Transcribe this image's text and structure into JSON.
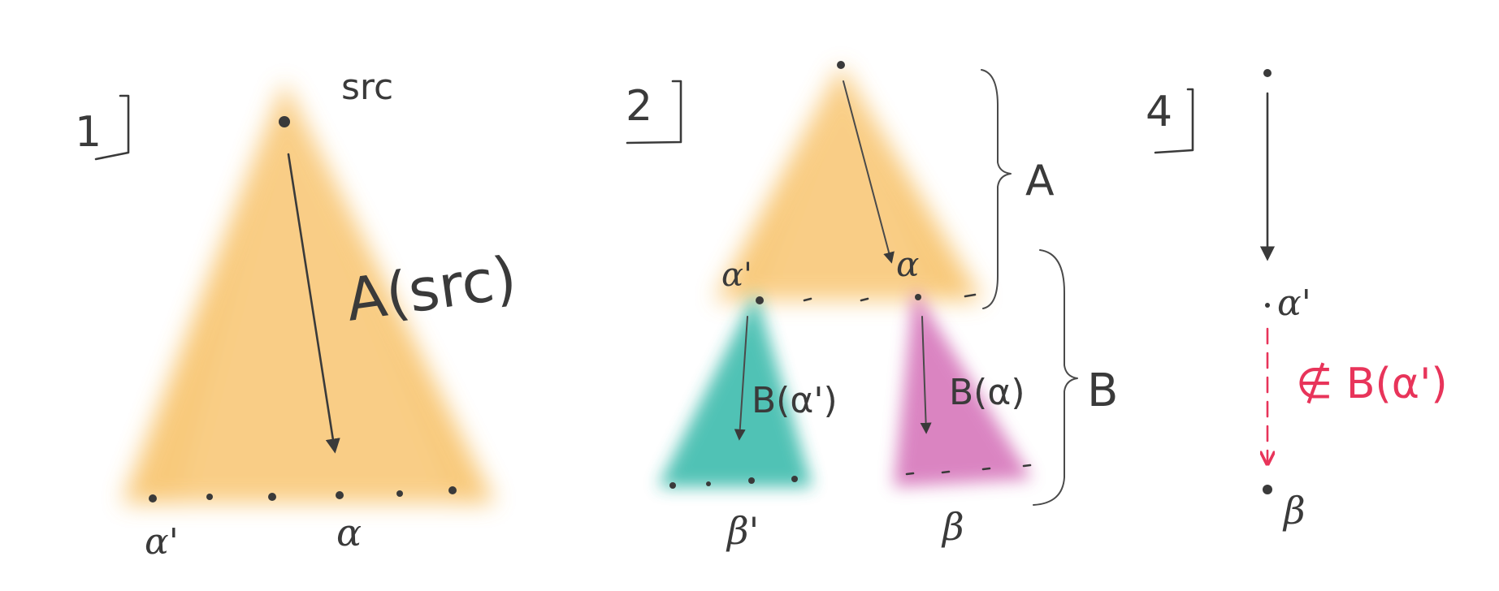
{
  "panels": [
    {
      "id": "panel-1",
      "number_label": "1",
      "source_label": "src",
      "arrow_label": "A(src)",
      "bottom_labels": [
        "α'",
        "α"
      ]
    },
    {
      "id": "panel-2",
      "number_label": "2",
      "node_labels": [
        "α'",
        "α"
      ],
      "subtree_labels": [
        "B(α')",
        "B(α)"
      ],
      "leaf_labels": [
        "β'",
        "β"
      ],
      "brace_labels": [
        "A",
        "B"
      ]
    },
    {
      "id": "panel-4",
      "number_label": "4",
      "node_labels": [
        "α'",
        "β"
      ],
      "dashed_label": "∉ B(α')"
    }
  ],
  "colors": {
    "orange_fan": "#f6b54a",
    "teal_fan": "#2bb5a5",
    "magenta_fan": "#cc55aa",
    "ink": "#3a3a3a",
    "red_dashed": "#e8345a"
  }
}
